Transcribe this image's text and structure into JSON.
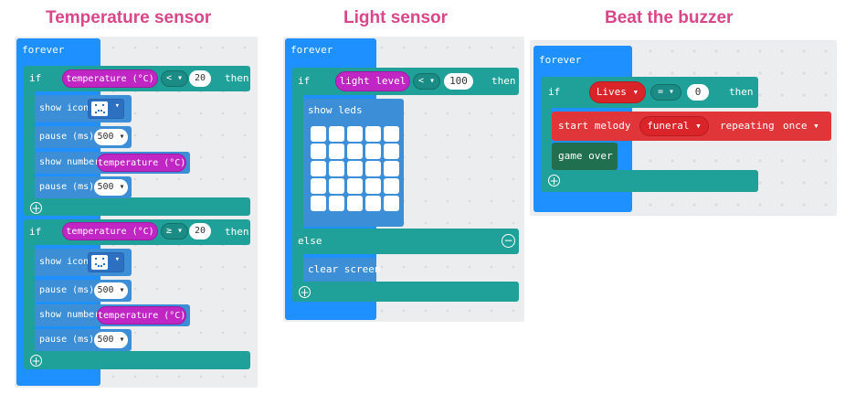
{
  "titles": {
    "temperature": "Temperature sensor",
    "light": "Light sensor",
    "buzzer": "Beat the buzzer"
  },
  "colors": {
    "title": "#d9478a",
    "loops": "#1e90ff",
    "logic": "#1fa19a",
    "basic": "#3c8fd7",
    "input": "#c026c4",
    "music": "#e0363a",
    "game": "#20704f"
  },
  "temp_program": {
    "forever": "forever",
    "if1": {
      "if": "if",
      "sensor": "temperature (°C)",
      "op": "< ▾",
      "value": "20",
      "then": "then"
    },
    "show_icon_1": {
      "label": "show icon",
      "icon": "sad-face-icon",
      "arrow": "▾"
    },
    "pause_1": {
      "label": "pause (ms)",
      "value": "500 ▾"
    },
    "show_number": {
      "label": "show number",
      "sensor": "temperature (°C)"
    },
    "pause_2": {
      "label": "pause (ms)",
      "value": "500 ▾"
    },
    "if2": {
      "if": "if",
      "sensor": "temperature (°C)",
      "op": "≥ ▾",
      "value": "20",
      "then": "then"
    },
    "show_icon_2": {
      "label": "show icon",
      "icon": "happy-face-icon",
      "arrow": "▾"
    },
    "pause_3": {
      "label": "pause (ms)",
      "value": "500 ▾"
    },
    "show_number_2": {
      "label": "show number",
      "sensor": "temperature (°C)"
    },
    "pause_4": {
      "label": "pause (ms)",
      "value": "500 ▾"
    },
    "plus": "+"
  },
  "light_program": {
    "forever": "forever",
    "if": "if",
    "sensor": "light level",
    "op": "< ▾",
    "value": "100",
    "then": "then",
    "show_leds": "show leds",
    "else": "else",
    "minus": "−",
    "clear_screen": "clear screen",
    "plus": "+"
  },
  "buzzer_program": {
    "forever": "forever",
    "if": "if",
    "variable": "Lives ▾",
    "op": "= ▾",
    "value": "0",
    "then": "then",
    "start_melody": "start melody",
    "melody": "funeral ▾",
    "repeating": "repeating",
    "repeat_mode": "once ▾",
    "game_over": "game over",
    "plus": "+"
  }
}
